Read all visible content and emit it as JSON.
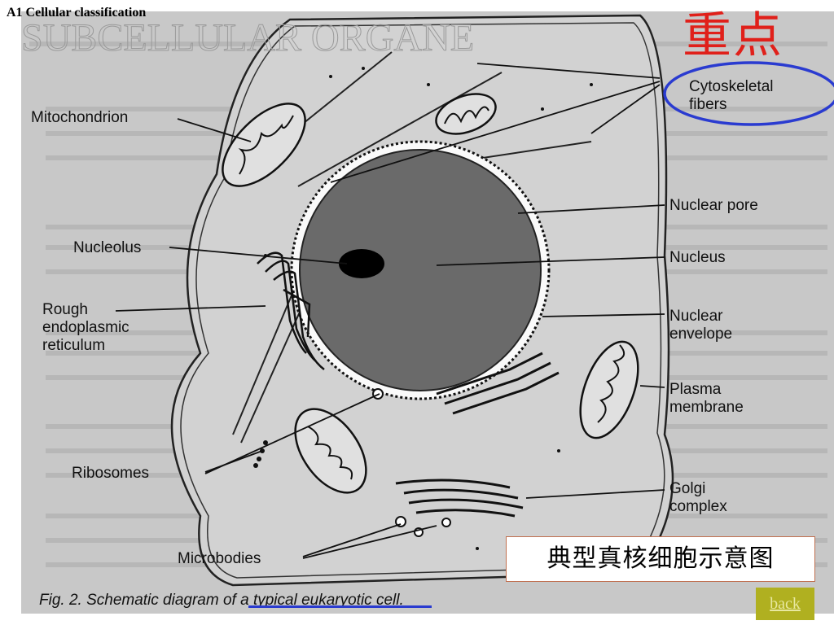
{
  "slide": {
    "title": "A1 Cellular classification",
    "stamp_text": "重点",
    "chinese_caption": "典型真核细胞示意图",
    "figure_caption": "Fig. 2. Schematic diagram of a typical eukaryotic cell.",
    "back_label": "back"
  },
  "labels": {
    "mitochondrion": "Mitochondrion",
    "nucleolus": "Nucleolus",
    "rough_er_1": "Rough",
    "rough_er_2": "endoplasmic",
    "rough_er_3": "reticulum",
    "ribosomes": "Ribosomes",
    "microbodies": "Microbodies",
    "cytoskeletal_1": "Cytoskeletal",
    "cytoskeletal_2": "fibers",
    "nuclear_pore": "Nuclear pore",
    "nucleus": "Nucleus",
    "nuclear_envelope_1": "Nuclear",
    "nuclear_envelope_2": "envelope",
    "plasma_membrane_1": "Plasma",
    "plasma_membrane_2": "membrane",
    "golgi_1": "Golgi",
    "golgi_2": "complex"
  },
  "colors": {
    "panel_bg": "#c8c8c8",
    "stamp_red": "#e0201a",
    "highlight_blue": "#2a3bd0",
    "back_button_bg": "#b0b020"
  }
}
